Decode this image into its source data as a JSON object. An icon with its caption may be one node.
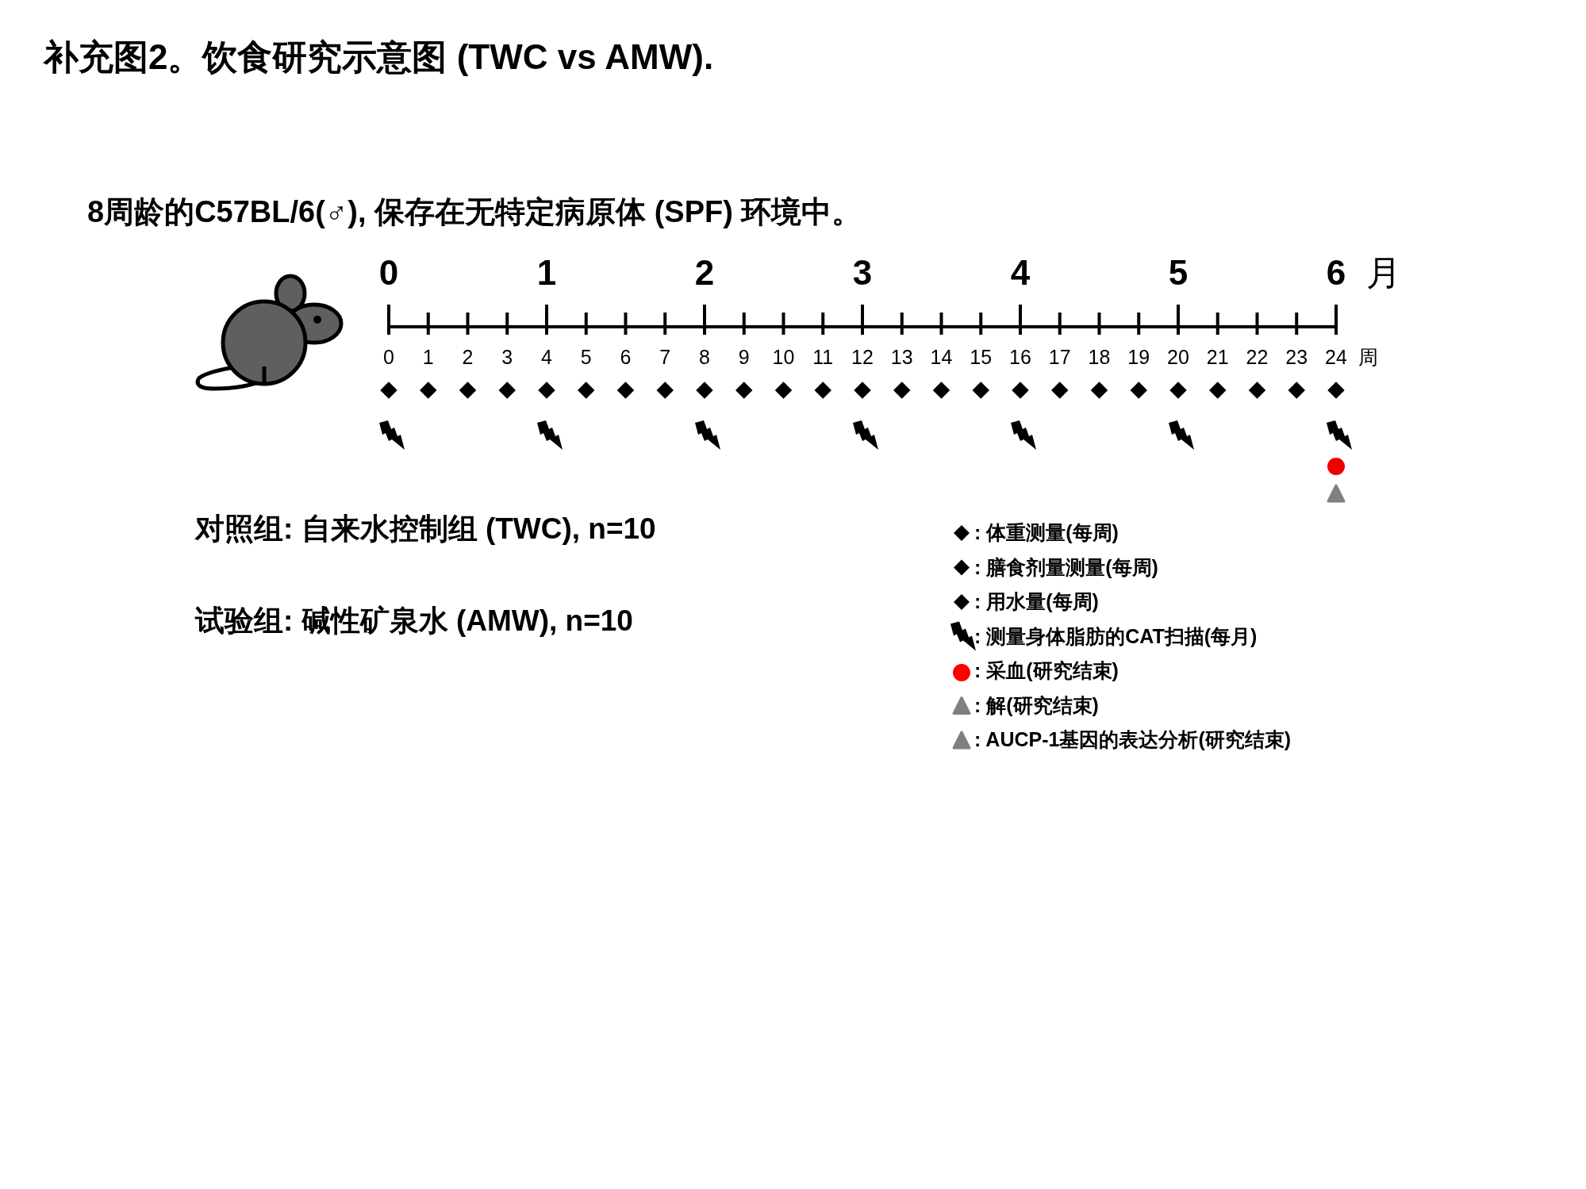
{
  "diagram": {
    "title": "补充图2。饮食研究示意图 (TWC vs AMW).",
    "labels": [
      "8周龄的C57BL/6(♂), 保存在无特定病原体 (SPF) 环境中。",
      "0",
      "1",
      "2",
      "3",
      "4",
      "5",
      "6",
      "月",
      "0",
      "1",
      "2",
      "3",
      "4",
      "5",
      "6",
      "7",
      "8",
      "9",
      "10",
      "11",
      "12",
      "13",
      "14",
      "15",
      "16",
      "17",
      "18",
      "19",
      "20",
      "21",
      "22",
      "23",
      "24",
      "周",
      "对照组: 自来水控制组 (TWC), n=10",
      "试验组: 碱性矿泉水 (AMW), n=10"
    ],
    "legend": [
      {
        "text": ": 体重测量(每周)"
      },
      {
        "text": ": 膳食剂量测量(每周)"
      },
      {
        "text": ": 用水量(每周)"
      },
      {
        "text": ": 测量身体脂肪的CAT扫描(每月)"
      },
      {
        "text": ": 采血(研究结束)",
        "color": "#ff0000"
      },
      {
        "text": ": 解(研究结束)"
      },
      {
        "text": ": AUCP-1基因的表达分析(研究结束)"
      }
    ]
  }
}
